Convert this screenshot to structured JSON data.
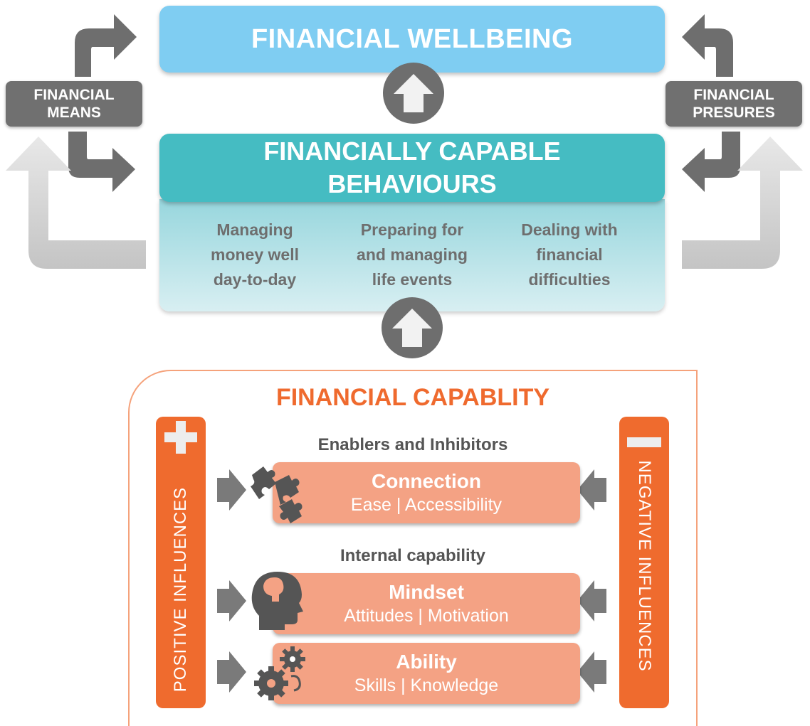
{
  "top": {
    "wellbeing": "FINANCIAL WELLBEING",
    "behaviours_title_line1": "FINANCIALLY CAPABLE",
    "behaviours_title_line2": "BEHAVIOURS",
    "behaviours": [
      {
        "line1": "Managing",
        "line2": "money well",
        "line3": "day-to-day"
      },
      {
        "line1": "Preparing for",
        "line2": "and managing",
        "line3": "life events"
      },
      {
        "line1": "Dealing with",
        "line2": "financial",
        "line3": "difficulties"
      }
    ]
  },
  "sides": {
    "means_line1": "FINANCIAL",
    "means_line2": "MEANS",
    "pressures_line1": "FINANCIAL",
    "pressures_line2": "PRESURES"
  },
  "capability": {
    "title": "FINANCIAL CAPABLITY",
    "positive": "POSITIVE INFLUENCES",
    "negative": "NEGATIVE INFLUENCES",
    "section1": "Enablers and Inhibitors",
    "section2": "Internal capability",
    "boxes": [
      {
        "main": "Connection",
        "sub": "Ease | Accessibility"
      },
      {
        "main": "Mindset",
        "sub": "Attitudes | Motivation"
      },
      {
        "main": "Ability",
        "sub": "Skills | Knowledge"
      }
    ]
  },
  "colors": {
    "wellbeing": "#7fcdf2",
    "behaviours": "#45bcc2",
    "capability_accent": "#ef6b2e",
    "box": "#f4a284",
    "grey": "#707070"
  },
  "icons": [
    "plus-icon",
    "minus-icon",
    "puzzle-icon",
    "head-icon",
    "gears-icon",
    "up-arrow-icon"
  ]
}
